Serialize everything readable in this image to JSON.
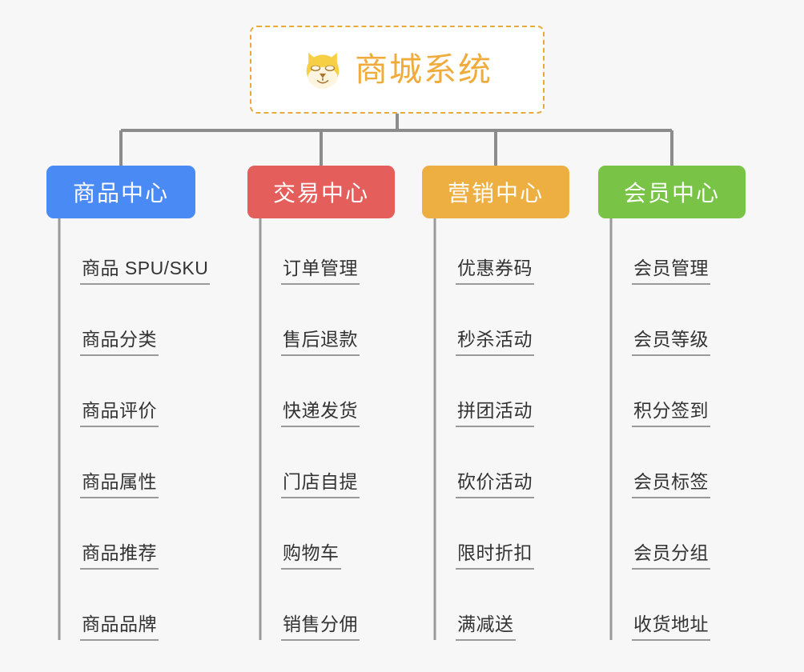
{
  "background_color": "#f7f7f7",
  "root": {
    "icon": "shiba-dog-face-icon",
    "title": "商城系统",
    "title_color": "#f0ab3d",
    "border_color": "#e9a93c",
    "background_color": "#ffffff"
  },
  "columns": [
    {
      "id": "product-center",
      "label": "商品中心",
      "color": "#4a8af4",
      "items": [
        "商品 SPU/SKU",
        "商品分类",
        "商品评价",
        "商品属性",
        "商品推荐",
        "商品品牌"
      ]
    },
    {
      "id": "trade-center",
      "label": "交易中心",
      "color": "#e45e5b",
      "items": [
        "订单管理",
        "售后退款",
        "快递发货",
        "门店自提",
        "购物车",
        "销售分佣"
      ]
    },
    {
      "id": "marketing-center",
      "label": "营销中心",
      "color": "#eeaf42",
      "items": [
        "优惠券码",
        "秒杀活动",
        "拼团活动",
        "砍价活动",
        "限时折扣",
        "满减送"
      ]
    },
    {
      "id": "member-center",
      "label": "会员中心",
      "color": "#79c346",
      "items": [
        "会员管理",
        "会员等级",
        "积分签到",
        "会员标签",
        "会员分组",
        "收货地址"
      ]
    }
  ],
  "connector_color": "#8c8c8c",
  "leaf_line_color": "#9a9a9a",
  "leaf_text_color": "#333333"
}
